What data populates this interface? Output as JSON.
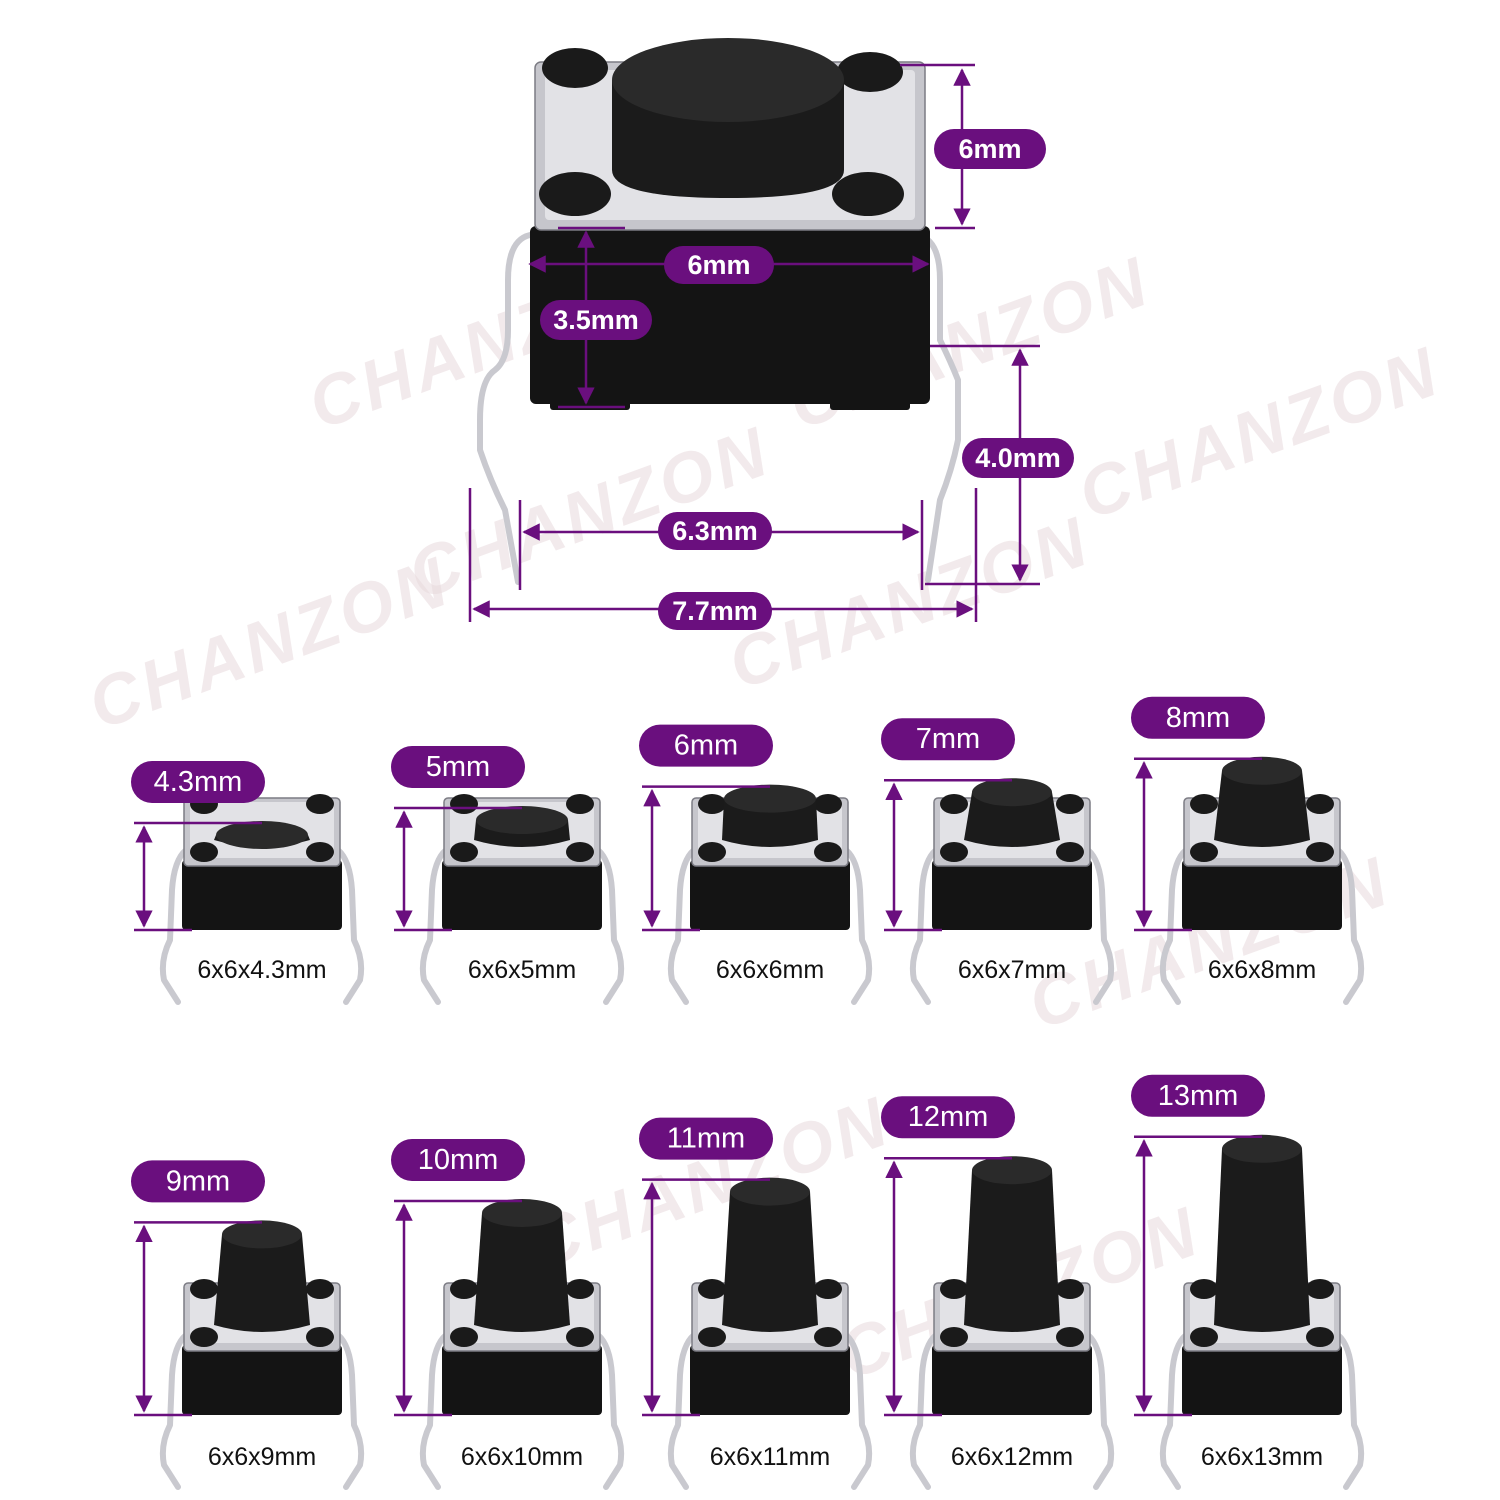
{
  "watermark": "CHANZON",
  "main_switch": {
    "dimensions": {
      "plunger_height": "6mm",
      "body_width": "6mm",
      "body_height": "3.5mm",
      "lead_length": "4.0mm",
      "lead_inner_spacing": "6.3mm",
      "lead_outer_spacing": "7.7mm"
    }
  },
  "variants": [
    {
      "height_label": "4.3mm",
      "caption": "6x6x4.3mm",
      "height_mm": 4.3
    },
    {
      "height_label": "5mm",
      "caption": "6x6x5mm",
      "height_mm": 5
    },
    {
      "height_label": "6mm",
      "caption": "6x6x6mm",
      "height_mm": 6
    },
    {
      "height_label": "7mm",
      "caption": "6x6x7mm",
      "height_mm": 7
    },
    {
      "height_label": "8mm",
      "caption": "6x6x8mm",
      "height_mm": 8
    },
    {
      "height_label": "9mm",
      "caption": "6x6x9mm",
      "height_mm": 9
    },
    {
      "height_label": "10mm",
      "caption": "6x6x10mm",
      "height_mm": 10
    },
    {
      "height_label": "11mm",
      "caption": "6x6x11mm",
      "height_mm": 11
    },
    {
      "height_label": "12mm",
      "caption": "6x6x12mm",
      "height_mm": 12
    },
    {
      "height_label": "13mm",
      "caption": "6x6x13mm",
      "height_mm": 13
    }
  ]
}
